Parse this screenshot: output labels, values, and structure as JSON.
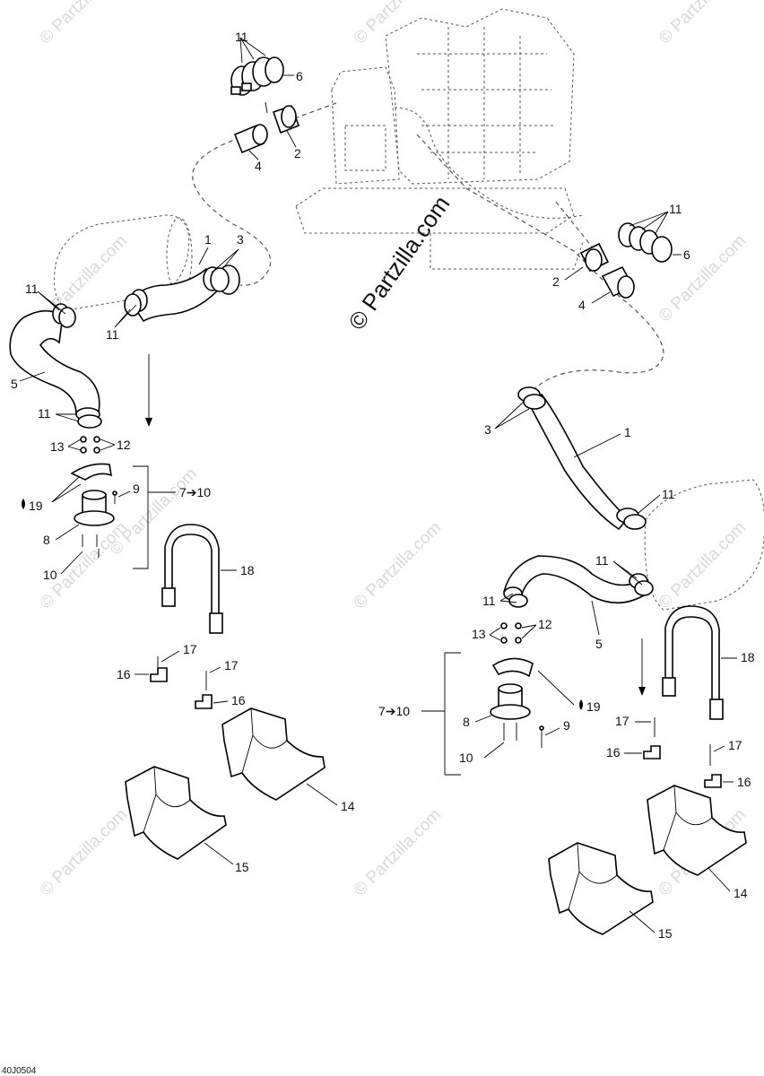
{
  "callouts": {
    "top": {
      "c11": "11",
      "c6": "6",
      "c2": "2",
      "c4": "4"
    },
    "left": {
      "c1": "1",
      "c3": "3",
      "c11a": "11",
      "c11b": "11",
      "c5": "5",
      "c11c": "11",
      "c13": "13",
      "c12": "12",
      "c9": "9",
      "c7_10": "7➔10",
      "c19": "19",
      "c8": "8",
      "c10": "10",
      "c18": "18",
      "c17a": "17",
      "c16a": "16",
      "c17b": "17",
      "c16b": "16",
      "c14": "14",
      "c15": "15"
    },
    "right": {
      "c11a": "11",
      "c6": "6",
      "c2": "2",
      "c4": "4",
      "c3": "3",
      "c1": "1",
      "c11b": "11",
      "c11c": "11",
      "c11d": "11",
      "c5": "5",
      "c13": "13",
      "c12": "12",
      "c7_10": "7➔10",
      "c19": "19",
      "c8": "8",
      "c9": "9",
      "c10": "10",
      "c18": "18",
      "c17a": "17",
      "c16a": "16",
      "c17b": "17",
      "c16b": "16",
      "c14": "14",
      "c15": "15"
    }
  },
  "watermark": {
    "small": "© Partzilla.com",
    "large": "© Partzilla.com"
  },
  "drawing_code": "40J0504"
}
